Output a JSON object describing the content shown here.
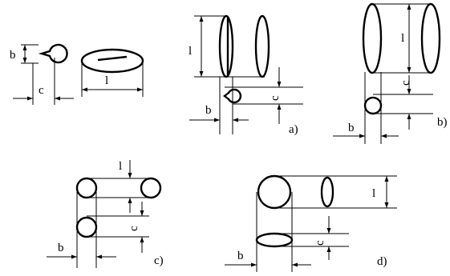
{
  "labels": {
    "b": "b",
    "c": "c",
    "l": "l",
    "a": "a)",
    "b_panel": "b)",
    "c_panel": "c)",
    "d": "d)"
  },
  "colors": {
    "ink": "#000000",
    "background": "#ffffff"
  }
}
